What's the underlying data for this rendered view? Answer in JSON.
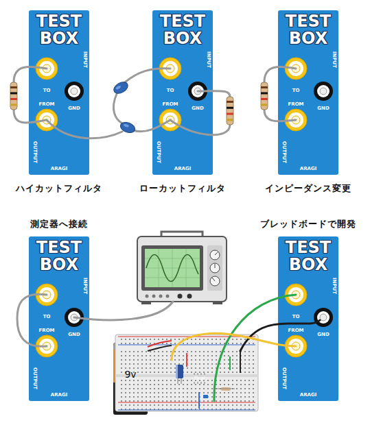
{
  "diagram": {
    "nodes": [
      {
        "text": [
          "TEST BOX",
          "INPUT",
          "TO",
          "GND",
          "FROM",
          "OUTPUT",
          "ARAGI",
          "ハイカットフィルタ"
        ]
      },
      {
        "text": [
          "TEST BOX",
          "INPUT",
          "TO",
          "GND",
          "FROM",
          "OUTPUT",
          "ARAGI",
          "ローカットフィルタ"
        ]
      },
      {
        "text": [
          "TEST BOX",
          "INPUT",
          "TO",
          "GND",
          "FROM",
          "OUTPUT",
          "ARAGI",
          "インピーダンス変更"
        ]
      },
      {
        "text": [
          "TEST BOX",
          "INPUT",
          "TO",
          "GND",
          "FROM",
          "OUTPUT",
          "ARAGI",
          "測定器へ接続"
        ]
      },
      {
        "text": [
          "TEST BOX",
          "INPUT",
          "TO",
          "GND",
          "FROM",
          "OUTPUT",
          "ARAGI",
          "ブレッドボードで開発"
        ]
      },
      {
        "text": [
          "9v"
        ]
      },
      {
        "text": [
          "Dual"
        ]
      }
    ]
  }
}
